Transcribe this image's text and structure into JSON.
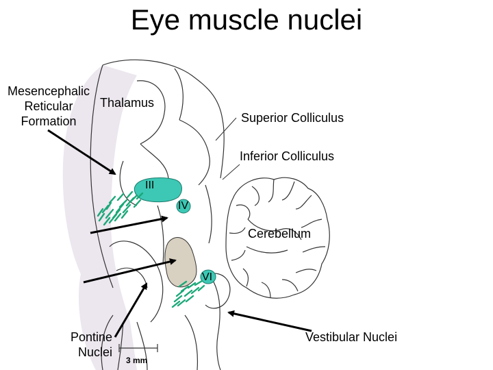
{
  "title": "Eye muscle nuclei",
  "labels": {
    "mesencephalic": [
      "Mesencephalic",
      "Reticular",
      "Formation"
    ],
    "thalamus": "Thalamus",
    "superior_colliculus": "Superior Colliculus",
    "inferior_colliculus": "Inferior Colliculus",
    "cerebellum": "Cerebellum",
    "pontine": [
      "Pontine",
      "Nuclei"
    ],
    "vestibular": "Vestibular Nuclei",
    "scale": "3 mm"
  },
  "nuclei": {
    "iii": "III",
    "iv": "IV",
    "vi": "VI"
  },
  "colors": {
    "nucleus_teal": "#3cc8b4",
    "fiber_green": "#1aa878",
    "pons_tan": "#d8d0c0",
    "shadow_purple": "#ece6ee",
    "outline": "#333333"
  }
}
